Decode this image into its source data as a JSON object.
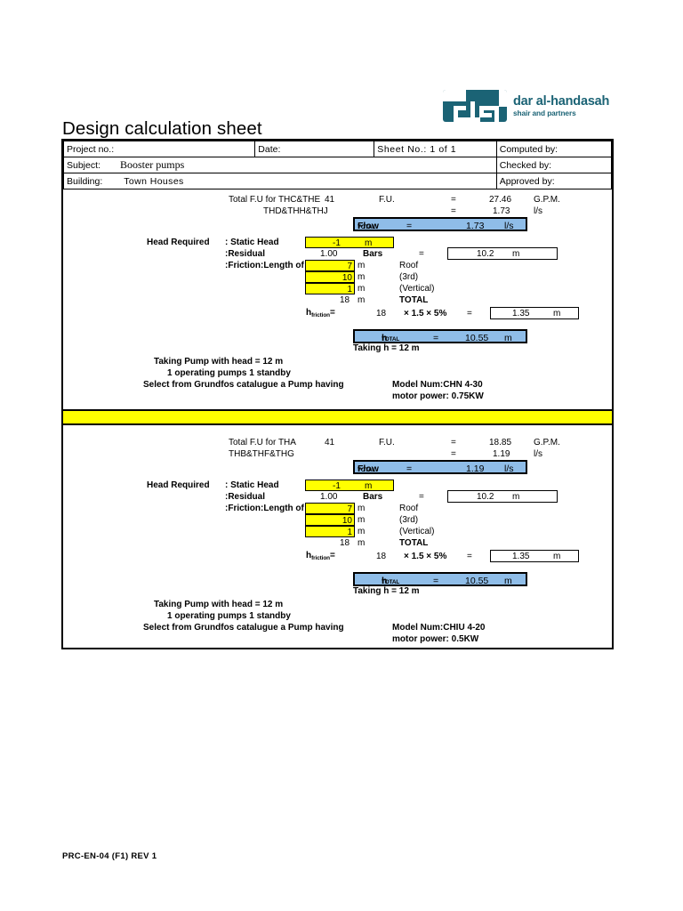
{
  "logo": {
    "name_line1": "dar al-handasah",
    "name_line2": "shair and partners",
    "mark_alt": "dar-monogram",
    "color": "#1b6375"
  },
  "page_title": "Design calculation sheet",
  "info": {
    "project_no_label": "Project no.:",
    "project_no_value": "",
    "date_label": "Date:",
    "date_value": "",
    "sheet_no_label": "Sheet No.:  1  of  1",
    "computed_by_label": "Computed by:",
    "computed_by_value": "",
    "subject_label": "Subject:",
    "subject_value": "Booster pumps",
    "checked_by_label": "Checked by:",
    "checked_by_value": "",
    "building_label": "Building:",
    "building_value": "Town Houses",
    "approved_by_label": "Approved by:",
    "approved_by_value": ""
  },
  "blocks": [
    {
      "fu": {
        "title_line1": "Total F.U for THC&THE",
        "title_line2": "THD&THH&THJ",
        "count": "41",
        "unit_label": "F.U.",
        "eq1": "=",
        "gpm_value": "27.46",
        "gpm_unit": "G.P.M.",
        "eq2": "=",
        "lps_value": "1.73",
        "lps_unit": "l/s"
      },
      "flow_total": {
        "label": "Flow",
        "label_sub": "TOTAL",
        "eq": "=",
        "value": "1.73",
        "unit": "l/s"
      },
      "head": {
        "title": "Head Required",
        "static_head_label": ": Static Head",
        "static_head_value": "-1",
        "static_head_unit": "m",
        "residual_label": ":Residual",
        "residual_value": "1.00",
        "residual_unit": "Bars",
        "residual_eq": "=",
        "residual_m_value": "10.2",
        "residual_m_unit": "m",
        "friction_label": ":Friction:Length of Pipe:",
        "pipes": [
          {
            "value": "7",
            "unit": "m",
            "note": "Roof"
          },
          {
            "value": "10",
            "unit": "m",
            "note": "(3rd)"
          },
          {
            "value": "1",
            "unit": "m",
            "note": "(Vertical)"
          }
        ],
        "total_value": "18",
        "total_unit": "m",
        "total_note": "TOTAL",
        "hfriction_label": "h",
        "hfriction_sub": "friction",
        "hfriction_eq1": "=",
        "hfriction_base": "18",
        "hfriction_factor": "× 1.5 × 5%",
        "hfriction_eq2": "=",
        "hfriction_result": "1.35",
        "hfriction_unit": "m"
      },
      "h_total": {
        "label": "h",
        "label_sub": "TOTAL",
        "eq": "=",
        "value": "10.55",
        "unit": "m"
      },
      "taking_h": "Taking h = 12 m",
      "notes": {
        "line1": "Taking Pump with head = 12 m",
        "line2": "1 operating pumps 1 standby",
        "line3": "Select from Grundfos catalugue a Pump having"
      },
      "model": {
        "model_label": "Model Num:CHN 4-30",
        "power_label": "motor power: 0.75KW"
      }
    },
    {
      "fu": {
        "title_line1": "Total F.U for THA",
        "title_line2": "THB&THF&THG",
        "count": "41",
        "unit_label": "F.U.",
        "eq1": "=",
        "gpm_value": "18.85",
        "gpm_unit": "G.P.M.",
        "eq2": "=",
        "lps_value": "1.19",
        "lps_unit": "l/s"
      },
      "flow_total": {
        "label": "Flow",
        "label_sub": "TOTAL",
        "eq": "=",
        "value": "1.19",
        "unit": "l/s"
      },
      "head": {
        "title": "Head Required",
        "static_head_label": ": Static Head",
        "static_head_value": "-1",
        "static_head_unit": "m",
        "residual_label": ":Residual",
        "residual_value": "1.00",
        "residual_unit": "Bars",
        "residual_eq": "=",
        "residual_m_value": "10.2",
        "residual_m_unit": "m",
        "friction_label": ":Friction:Length of Pipe:",
        "pipes": [
          {
            "value": "7",
            "unit": "m",
            "note": "Roof"
          },
          {
            "value": "10",
            "unit": "m",
            "note": "(3rd)"
          },
          {
            "value": "1",
            "unit": "m",
            "note": "(Vertical)"
          }
        ],
        "total_value": "18",
        "total_unit": "m",
        "total_note": "TOTAL",
        "hfriction_label": "h",
        "hfriction_sub": "friction",
        "hfriction_eq1": "=",
        "hfriction_base": "18",
        "hfriction_factor": "× 1.5 × 5%",
        "hfriction_eq2": "=",
        "hfriction_result": "1.35",
        "hfriction_unit": "m"
      },
      "h_total": {
        "label": "h",
        "label_sub": "TOTAL",
        "eq": "=",
        "value": "10.55",
        "unit": "m"
      },
      "taking_h": "Taking h = 12 m",
      "notes": {
        "line1": "Taking Pump with head = 12 m",
        "line2": "1 operating pumps 1 standby",
        "line3": "Select from Grundfos catalugue a Pump having"
      },
      "model": {
        "model_label": "Model Num:CHIU 4-20",
        "power_label": "motor power: 0.5KW"
      }
    }
  ],
  "footer": "PRC-EN-04 (F1) REV 1",
  "colors": {
    "input_cell": "#ffff00",
    "result_cell": "#8fbde8",
    "brand": "#1b6375"
  }
}
